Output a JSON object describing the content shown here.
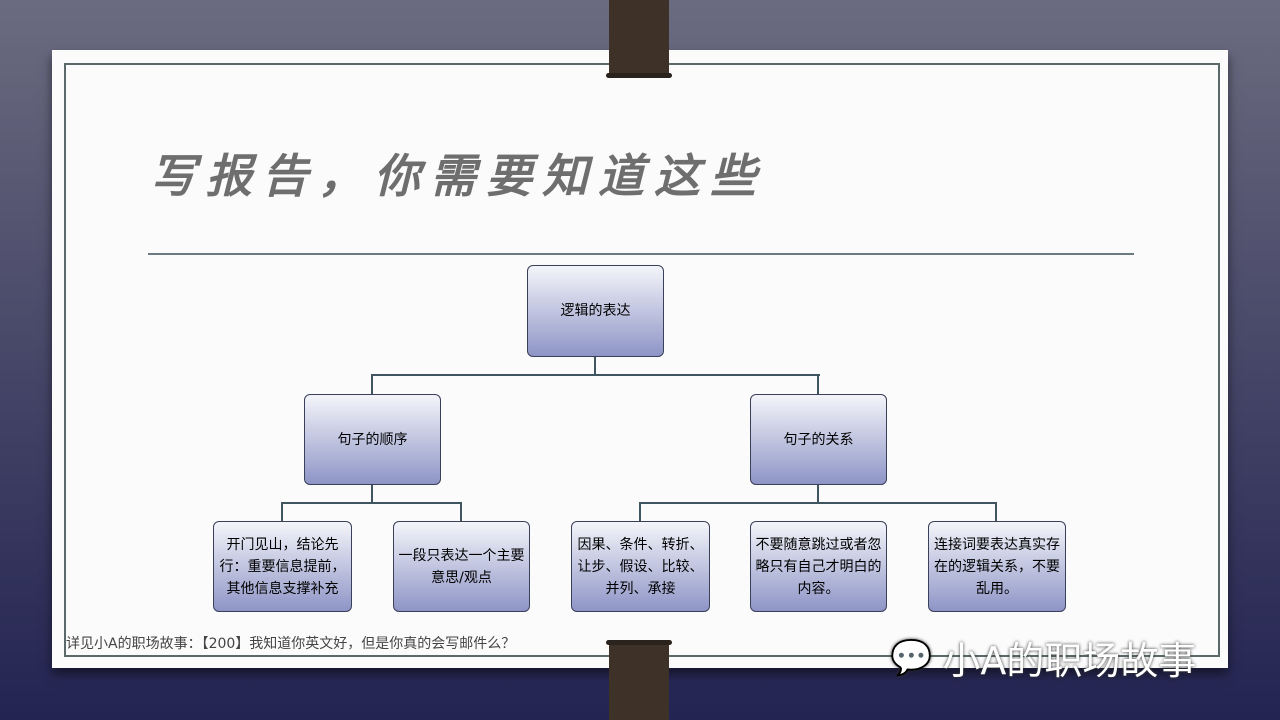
{
  "title": "写报告，你需要知道这些",
  "root": "逻辑的表达",
  "branches": [
    "句子的顺序",
    "句子的关系"
  ],
  "leaves": [
    "开门见山，结论先行：重要信息提前，其他信息支撑补充",
    "一段只表达一个主要意思/观点",
    "因果、条件、转折、让步、假设、比较、并列、承接",
    "不要随意跳过或者忽略只有自己才明白的内容。",
    "连接词要表达真实存在的逻辑关系，不要乱用。"
  ],
  "footer": "详见小A的职场故事：【200】我知道你英文好，但是你真的会写邮件么？",
  "watermark": "小A的职场故事"
}
